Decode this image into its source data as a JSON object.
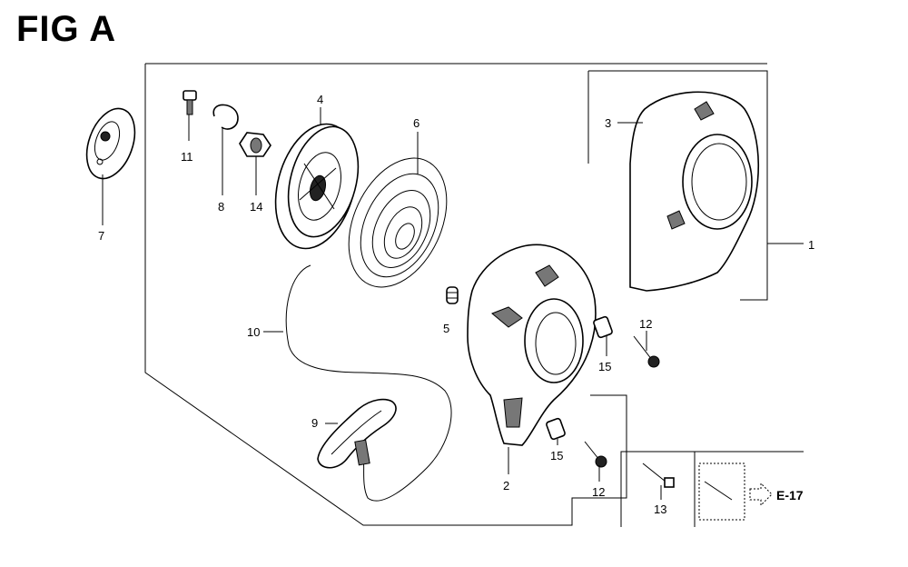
{
  "figure": {
    "title": "FIG A"
  },
  "callouts": {
    "p1": "1",
    "p2": "2",
    "p3": "3",
    "p4": "4",
    "p5": "5",
    "p6": "6",
    "p7": "7",
    "p8": "8",
    "p9": "9",
    "p10": "10",
    "p11": "11",
    "p12a": "12",
    "p12b": "12",
    "p13": "13",
    "p14": "14",
    "p15a": "15",
    "p15b": "15"
  },
  "reference": {
    "label": "E-17"
  }
}
